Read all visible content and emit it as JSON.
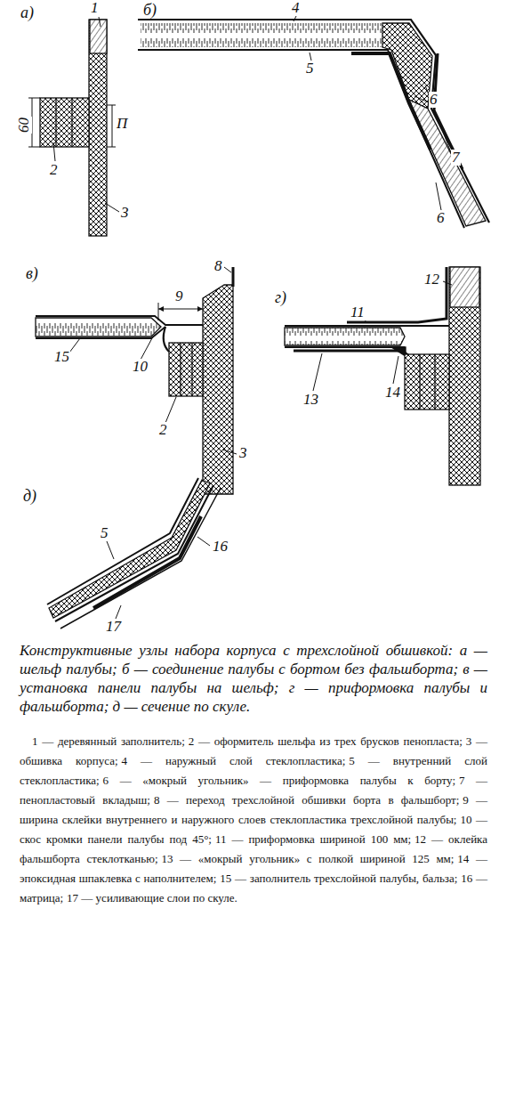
{
  "diagram": {
    "caption": "Конструктивные узлы набора корпуса с трехслойной обшивкой: а — шельф палубы; б — соединение палубы с бортом без фальшборта; в — установка панели палубы на шельф; г — приформовка палубы и фальшборта; д — сечение по скуле.",
    "labels": [
      "а)",
      "1",
      "60",
      "П",
      "2",
      "3",
      "б)",
      "4",
      "5",
      "6",
      "7",
      "6",
      "в)",
      "8",
      "9",
      "2",
      "15",
      "10",
      "3",
      "г)",
      "12",
      "11",
      "13",
      "14",
      "д)",
      "5",
      "16",
      "17",
      "1 — деревянный заполнитель;",
      "2 — оформитель шельфа из трех брусков пенопласта;",
      "3 — обшивка корпуса;",
      "4 — наружный слой стеклопластика;",
      "5 — внутренний слой стеклопластика;",
      "6 — «мокрый угольник» — приформовка палубы к борту;",
      "7 — пенопластовый вкладыш;",
      "8 — переход трехслойной обшивки борта в фальшборт;",
      "9 — ширина склейки внутреннего и наружного слоев стеклопластика трехслойной палубы;",
      "10 — скос кромки панели палубы под 45°;",
      "11 — приформовка шириной 100 мм;",
      "12 — оклейка фальшборта стеклотканью;",
      "13 — «мокрый угольник» с полкой шириной 125 мм;",
      "14 — эпоксидная шпаклевка с наполнителем;",
      "15 — заполнитель трехслойной палубы, бальза;",
      "16 — матрица;",
      "17 — усиливающие слои по скуле."
    ]
  }
}
